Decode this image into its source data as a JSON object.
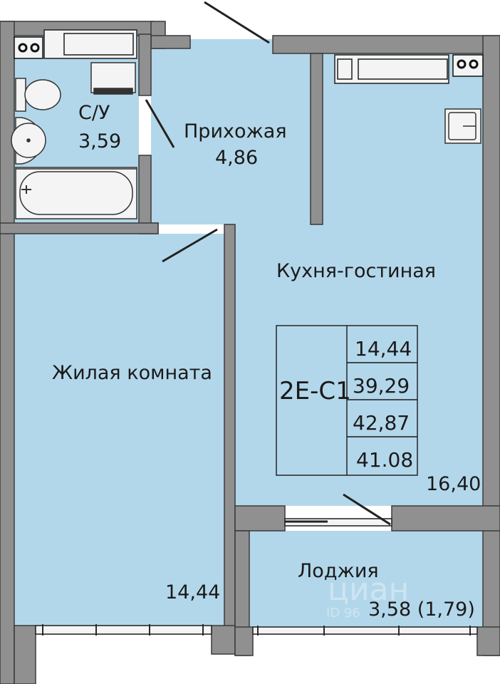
{
  "rooms": {
    "bathroom": {
      "name": "С/У",
      "area": "3,59"
    },
    "hallway": {
      "name": "Прихожая",
      "area": "4,86"
    },
    "kitchen_living": {
      "name": "Кухня-гостиная",
      "area": "16,40"
    },
    "bedroom": {
      "name": "Жилая комната",
      "area": "14,44"
    },
    "loggia": {
      "name": "Лоджия",
      "area": "3,58 (1,79)"
    }
  },
  "summary": {
    "code": "2Е-С1",
    "values": [
      "14,44",
      "39,29",
      "42,87",
      "41.08"
    ]
  },
  "watermark": {
    "text": "циан",
    "id_text": "ID 96"
  },
  "colors": {
    "wall": "#909090",
    "wall_edge": "#3a3a3a",
    "floor": "#b3d7ea",
    "fixture": "#f4f4f4"
  }
}
